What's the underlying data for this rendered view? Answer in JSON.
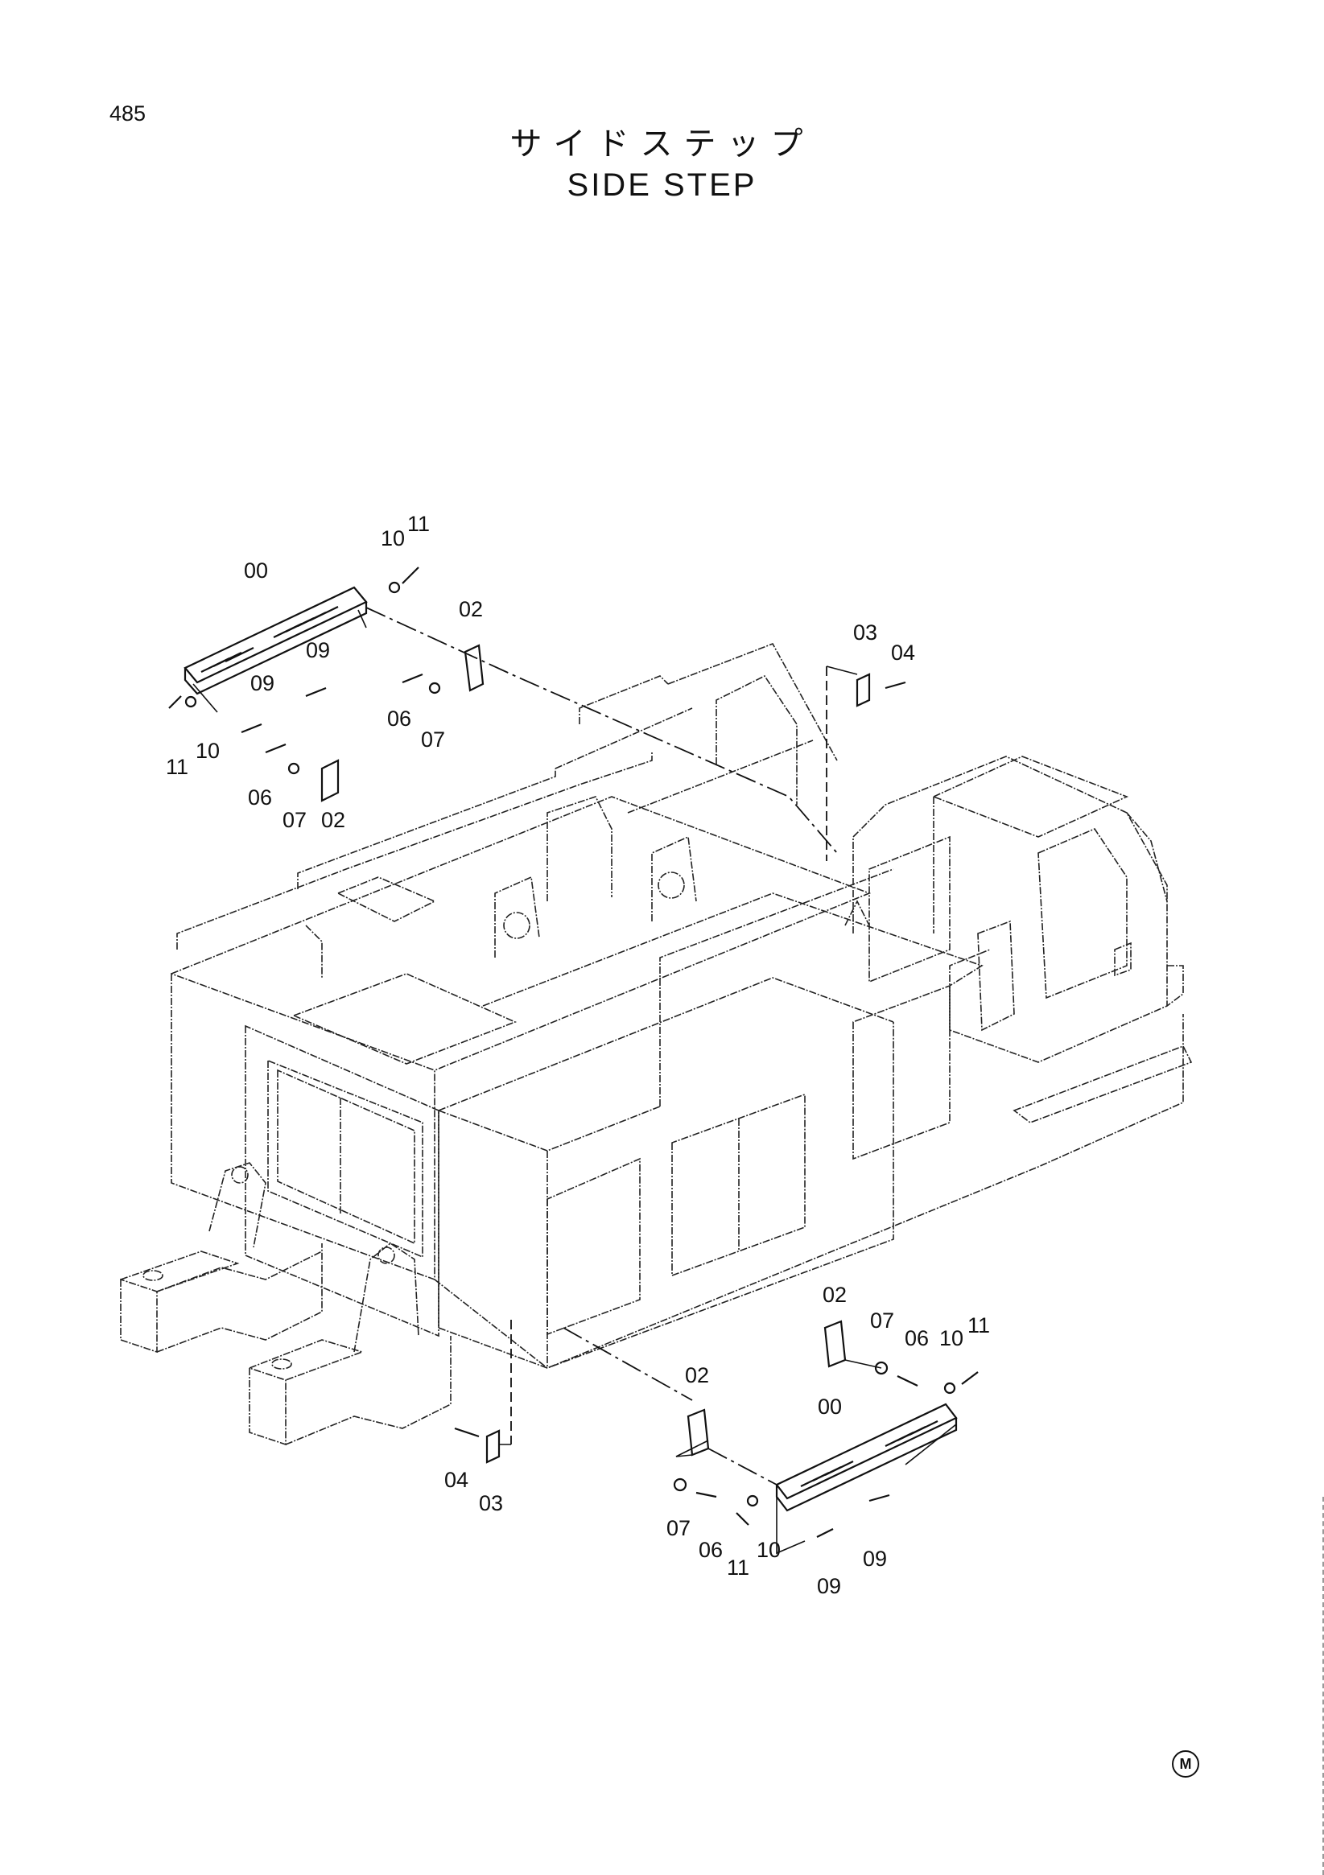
{
  "page": {
    "number": "485",
    "title_jp": "サイドステップ",
    "title_en": "SIDE STEP",
    "revision_mark": "M"
  },
  "callouts": {
    "top_left": [
      "00",
      "10",
      "11",
      "09",
      "09",
      "11",
      "10",
      "06",
      "07",
      "02",
      "06",
      "07",
      "02"
    ],
    "top_right": [
      "03",
      "04"
    ],
    "bottom_right": [
      "02",
      "07",
      "06",
      "10",
      "11",
      "00",
      "02",
      "07",
      "06",
      "11",
      "10",
      "09",
      "09"
    ],
    "bottom_left": [
      "04",
      "03"
    ]
  }
}
